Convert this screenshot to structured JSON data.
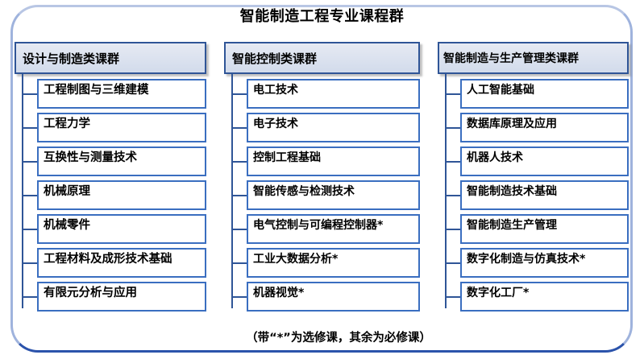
{
  "title": "智能制造工程专业课程群",
  "footnote": "（带“*”为选修课，其余为必修课）",
  "colors": {
    "outer_border": "#4472c4",
    "header_border": "#2f5597",
    "header_fill": "#dbe2ef",
    "item_border": "#3a6ec0",
    "item_fill": "#ffffff",
    "text": "#000000"
  },
  "columns": [
    {
      "header": "设计与制造类课群",
      "items": [
        "工程制图与三维建模",
        "工程力学",
        "互换性与测量技术",
        "机械原理",
        "机械零件",
        "工程材料及成形技术基础",
        "有限元分析与应用"
      ]
    },
    {
      "header": "智能控制类课群",
      "items": [
        "电工技术",
        "电子技术",
        "控制工程基础",
        "智能传感与检测技术",
        "电气控制与可编程控制器*",
        "工业大数据分析*",
        "机器视觉*"
      ]
    },
    {
      "header": "智能制造与生产管理类课群",
      "items": [
        "人工智能基础",
        "数据库原理及应用",
        "机器人技术",
        "智能制造技术基础",
        "智能制造生产管理",
        "数字化制造与仿真技术*",
        "数字化工厂*"
      ]
    }
  ]
}
